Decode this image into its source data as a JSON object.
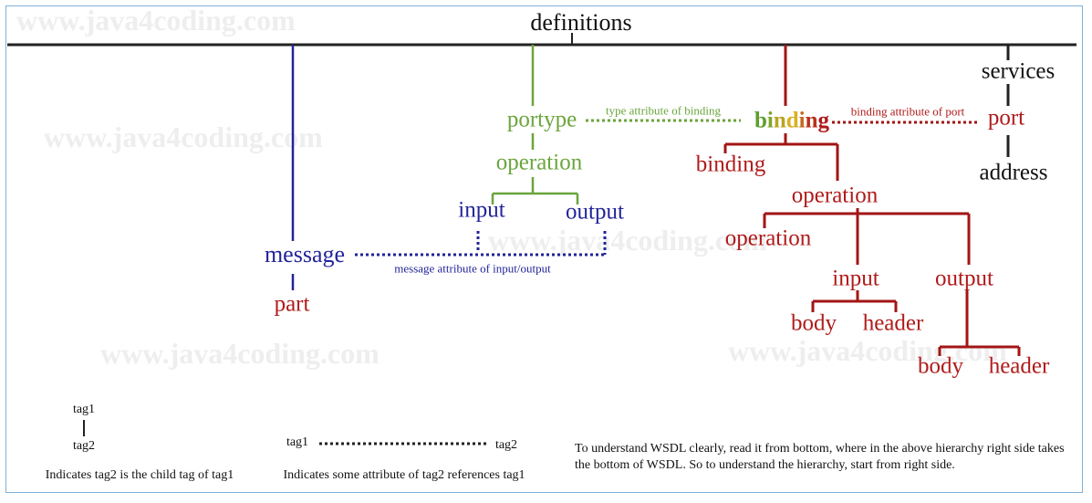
{
  "watermark": "www.java4coding.com",
  "root": "definitions",
  "message_branch": {
    "message": "message",
    "part": "part"
  },
  "portype_branch": {
    "portype": "portype",
    "operation": "operation",
    "input": "input",
    "output": "output"
  },
  "binding_branch": {
    "binding_title": "binding",
    "binding": "binding",
    "operation": "operation",
    "operation_child": "operation",
    "input": "input",
    "output": "output",
    "input_body": "body",
    "input_header": "header",
    "output_body": "body",
    "output_header": "header"
  },
  "services_branch": {
    "services": "services",
    "port": "port",
    "address": "address"
  },
  "annotations": {
    "type_attr": "type attribute of binding",
    "binding_attr": "binding attribute of port",
    "message_attr": "message attribute of input/output"
  },
  "legend": {
    "child_tag1": "tag1",
    "child_tag2": "tag2",
    "child_caption": "Indicates tag2 is the child tag of tag1",
    "ref_tag1": "tag1",
    "ref_tag2": "tag2",
    "ref_caption": "Indicates some attribute of tag2 references tag1"
  },
  "note": "To understand WSDL clearly, read it from bottom, where in the above hierarchy right side takes the bottom of WSDL. So to understand the hierarchy, start from right side.",
  "colors": {
    "root": "#111111",
    "message": "#22249a",
    "portype": "#6aa53c",
    "binding": "#b01a1a",
    "services": "#111111"
  }
}
